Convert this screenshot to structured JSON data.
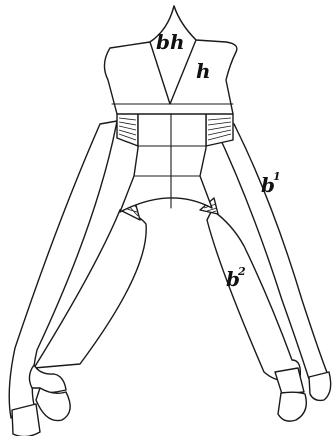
{
  "labels": {
    "bh": "bh",
    "h": "h",
    "b1": "b",
    "b1_sup": "1",
    "b2": "b",
    "b2_sup": "2"
  },
  "colors": {
    "line": "#1a1a1a",
    "stipple": "#555555",
    "background": "#ffffff"
  }
}
